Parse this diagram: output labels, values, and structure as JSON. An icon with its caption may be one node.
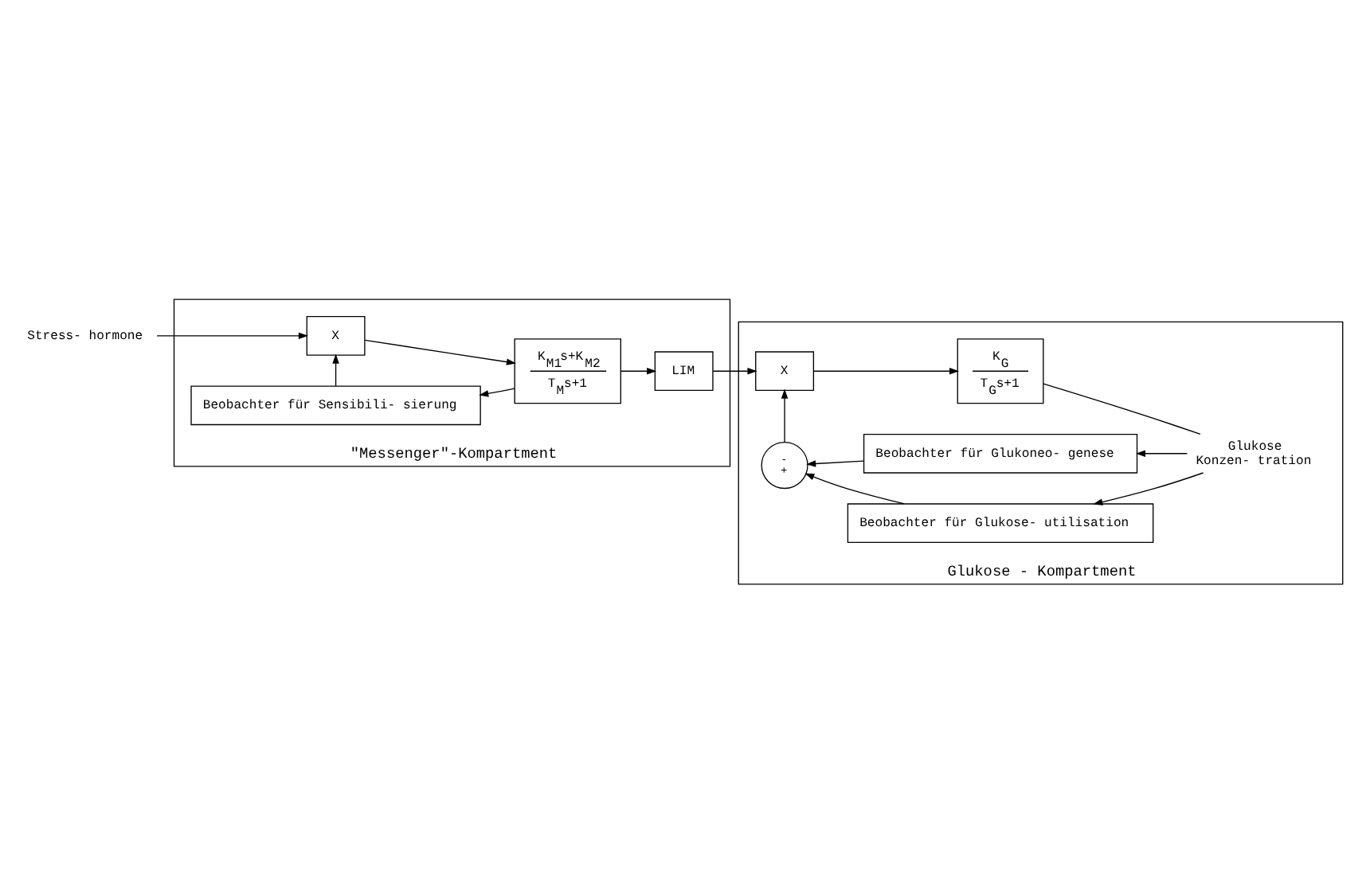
{
  "diagram": {
    "nodes": [
      {
        "text": [
          "\"Messenger\"-Kompartment"
        ]
      },
      {
        "text": [
          "Stress- hormone"
        ]
      },
      {
        "text": [
          "X"
        ],
        "in": 0
      },
      {
        "text": [
          "K$_{M1}$s+K$_{M2}$",
          "T$_{M}$s+1"
        ],
        "in": 0
      },
      {
        "text": [
          "LIM"
        ],
        "in": 0
      },
      {
        "text": [
          "Beobachter für Sensibili- sierung"
        ],
        "in": 0
      },
      {
        "text": [
          "Glukose - Kompartment"
        ]
      },
      {
        "text": [
          "X"
        ],
        "in": 6
      },
      {
        "text": [
          "K$_{G}$",
          "T$_{G}$s+1"
        ],
        "in": 6
      },
      {
        "text": [
          "Glukose",
          "Konzen- tration"
        ],
        "in": 6
      },
      {
        "text": [
          "-",
          "+"
        ],
        "in": 6
      },
      {
        "text": [
          "Beobachter für Glukose- utilisation"
        ],
        "in": 6
      },
      {
        "text": [
          "Beobachter für Glukoneo- genese"
        ],
        "in": 6
      }
    ],
    "edges": [
      {
        "from": 1,
        "to": 2,
        "arrow": "to"
      },
      {
        "from": 2,
        "to": 3,
        "arrow": "to"
      },
      {
        "from": 3,
        "to": 4,
        "arrow": "to"
      },
      {
        "from": 3,
        "to": 5,
        "arrow": "to"
      },
      {
        "from": 5,
        "to": 2,
        "arrow": "to"
      },
      {
        "from": 4,
        "to": 7,
        "arrow": "to"
      },
      {
        "from": 7,
        "to": 8,
        "arrow": "to"
      },
      {
        "from": 8,
        "to": 9,
        "arrow": "none"
      },
      {
        "from": 9,
        "to": 11,
        "arrow": "to"
      },
      {
        "from": 9,
        "to": 12,
        "arrow": "to"
      },
      {
        "from": 11,
        "to": 10,
        "arrow": "to"
      },
      {
        "from": 12,
        "to": 10,
        "arrow": "to"
      },
      {
        "from": 10,
        "to": 7,
        "arrow": "to"
      }
    ]
  }
}
